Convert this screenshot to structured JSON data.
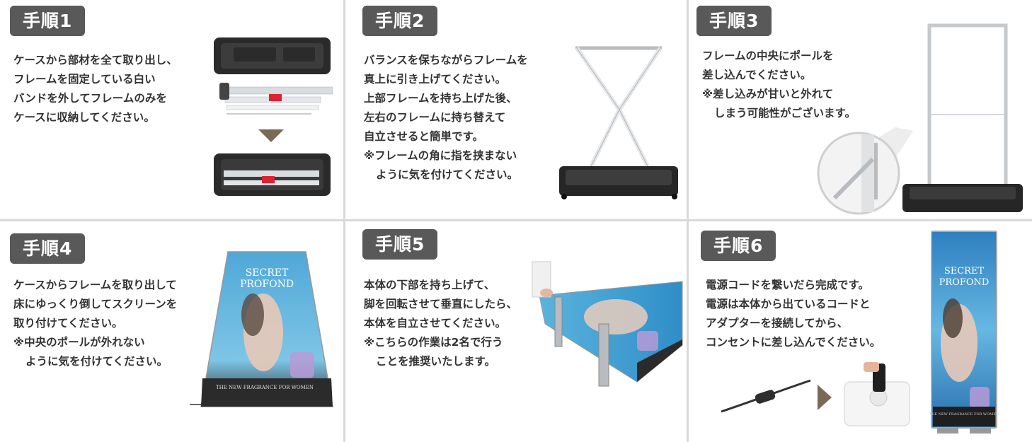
{
  "steps": [
    {
      "badge": "手順1",
      "lines": [
        "ケースから部材を全て取り出し、",
        "フレームを固定している白い",
        "バンドを外してフレームのみを",
        "ケースに収納してください。"
      ]
    },
    {
      "badge": "手順2",
      "lines": [
        "バランスを保ちながらフレームを",
        "真上に引き上げてください。"
      ],
      "lines2": [
        "上部フレームを持ち上げた後、",
        "左右のフレームに持ち替えて",
        "自立させると簡単です。"
      ],
      "note": [
        "※フレームの角に指を挟まない",
        "ように気を付けてください。"
      ]
    },
    {
      "badge": "手順3",
      "lines": [
        "フレームの中央にポールを",
        "差し込んでください。"
      ],
      "note": [
        "※差し込みが甘いと外れて",
        "しまう可能性がございます。"
      ]
    },
    {
      "badge": "手順4",
      "lines": [
        "ケースからフレームを取り出して",
        "床にゆっくり倒してスクリーンを",
        "取り付けてください。"
      ],
      "note": [
        "※中央のポールが外れない",
        "ように気を付けてください。"
      ]
    },
    {
      "badge": "手順5",
      "lines": [
        "本体の下部を持ち上げて、",
        "脚を回転させて垂直にしたら、",
        "本体を自立させてください。"
      ],
      "note": [
        "※こちらの作業は2名で行う",
        "ことを推奨いたします。"
      ]
    },
    {
      "badge": "手順6",
      "lines": [
        "電源コードを繋いだら完成です。",
        "電源は本体から出ているコードと",
        "アダプターを接続してから、",
        "コンセントに差し込んでください。"
      ]
    }
  ],
  "poster": {
    "title_line1": "SECRET",
    "title_line2": "PROFOND",
    "tagline": "THE NEW FRAGRANCE FOR WOMEN"
  },
  "colors": {
    "badge_bg": "#595959",
    "divider": "#d9d9d9",
    "arrow": "#7a6a55",
    "text": "#333333"
  }
}
